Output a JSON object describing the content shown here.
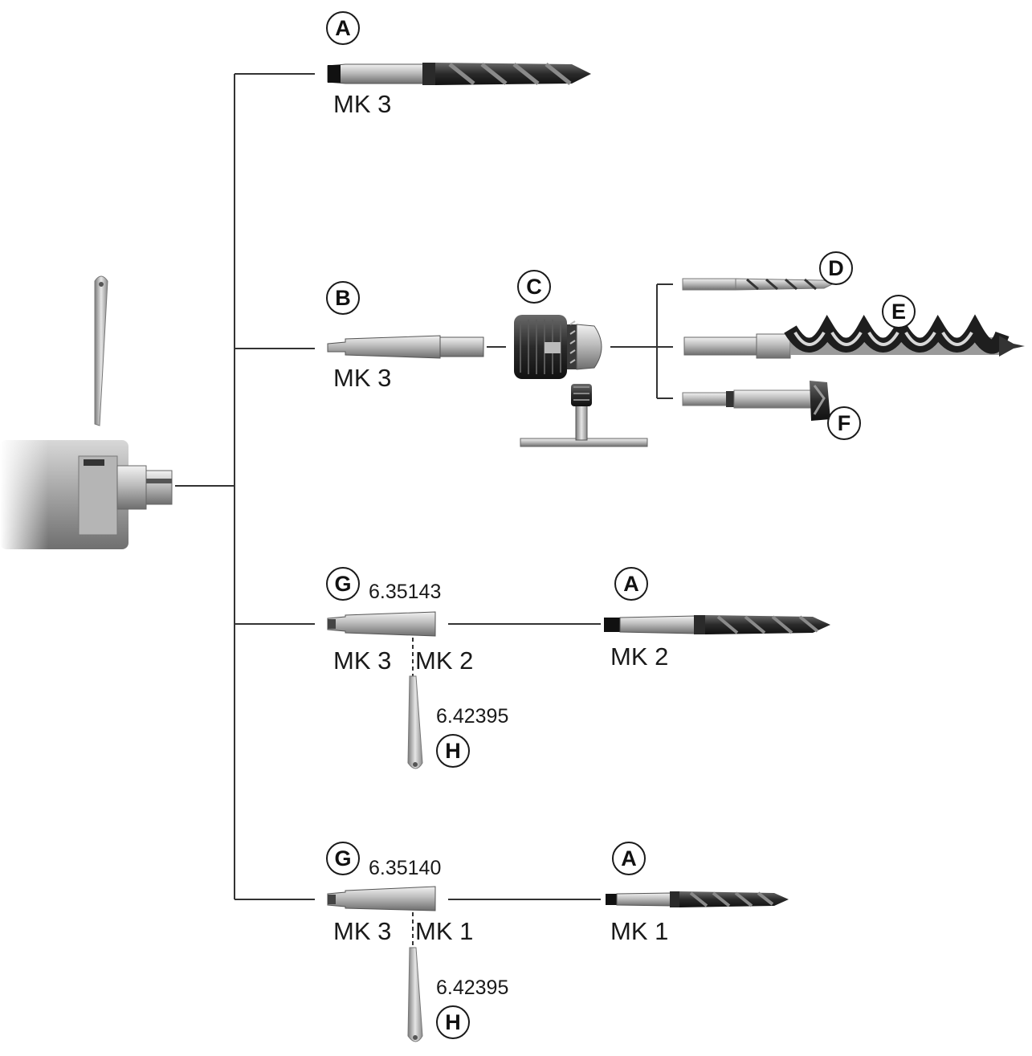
{
  "labels": {
    "a": "A",
    "b": "B",
    "c": "C",
    "d": "D",
    "e": "E",
    "f": "F",
    "g": "G",
    "h": "H"
  },
  "branch_1": {
    "shank": "MK 3"
  },
  "branch_2": {
    "shank": "MK 3"
  },
  "branch_3": {
    "sleeve_code": "6.35143",
    "sleeve_in": "MK 3",
    "sleeve_out": "MK 2",
    "drift_code": "6.42395",
    "drill_shank": "MK 2"
  },
  "branch_4": {
    "sleeve_code": "6.35140",
    "sleeve_in": "MK 3",
    "sleeve_out": "MK 1",
    "drift_code": "6.42395",
    "drill_shank": "MK 1"
  },
  "colors": {
    "line": "#333333",
    "steel": "#bdbdbd",
    "dark_steel": "#2b2b2b",
    "machine": "#a9a9a9"
  }
}
